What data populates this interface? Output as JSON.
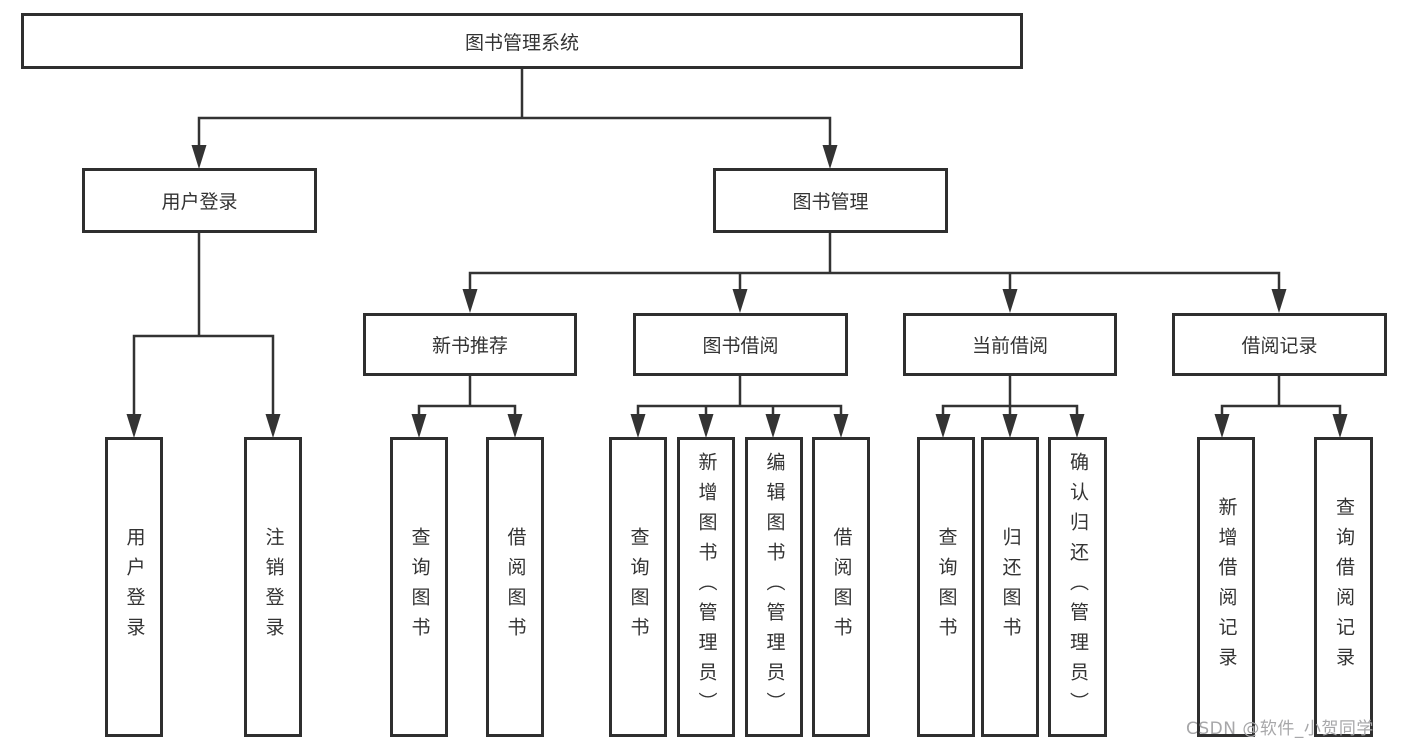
{
  "nodes": {
    "root": {
      "label": "图书管理系统"
    },
    "level2": [
      {
        "id": "user-login",
        "label": "用户登录",
        "parent": "图书管理系统"
      },
      {
        "id": "book-management",
        "label": "图书管理",
        "parent": "图书管理系统"
      }
    ],
    "level3": [
      {
        "id": "new-book-recommend",
        "label": "新书推荐",
        "parent": "图书管理"
      },
      {
        "id": "book-borrow",
        "label": "图书借阅",
        "parent": "图书管理"
      },
      {
        "id": "current-borrow",
        "label": "当前借阅",
        "parent": "图书管理"
      },
      {
        "id": "borrow-records",
        "label": "借阅记录",
        "parent": "图书管理"
      }
    ],
    "leaves": [
      {
        "id": "leaf-user-login",
        "label": "用户登录",
        "parent": "用户登录"
      },
      {
        "id": "leaf-logout",
        "label": "注销登录",
        "parent": "用户登录"
      },
      {
        "id": "leaf-query-books-recommend",
        "label": "查询图书",
        "parent": "新书推荐"
      },
      {
        "id": "leaf-borrow-books-recommend",
        "label": "借阅图书",
        "parent": "新书推荐"
      },
      {
        "id": "leaf-query-books-borrow",
        "label": "查询图书",
        "parent": "图书借阅"
      },
      {
        "id": "leaf-add-books-admin",
        "label": "新增图书（管理员）",
        "parent": "图书借阅"
      },
      {
        "id": "leaf-edit-books-admin",
        "label": "编辑图书（管理员）",
        "parent": "图书借阅"
      },
      {
        "id": "leaf-borrow-books-borrow",
        "label": "借阅图书",
        "parent": "图书借阅"
      },
      {
        "id": "leaf-query-books-current",
        "label": "查询图书",
        "parent": "当前借阅"
      },
      {
        "id": "leaf-return-books",
        "label": "归还图书",
        "parent": "当前借阅"
      },
      {
        "id": "leaf-confirm-return-admin",
        "label": "确认归还（管理员）",
        "parent": "当前借阅"
      },
      {
        "id": "leaf-add-borrow-record",
        "label": "新增借阅记录",
        "parent": "借阅记录"
      },
      {
        "id": "leaf-query-borrow-record",
        "label": "查询借阅记录",
        "parent": "借阅记录"
      }
    ]
  },
  "watermark": {
    "text": "CSDN @软件_小贺同学"
  },
  "colors": {
    "line": "#333333",
    "box_border": "#2f2f2f",
    "text": "#333333",
    "watermark": "#a7a7a9",
    "background": "#ffffff"
  }
}
